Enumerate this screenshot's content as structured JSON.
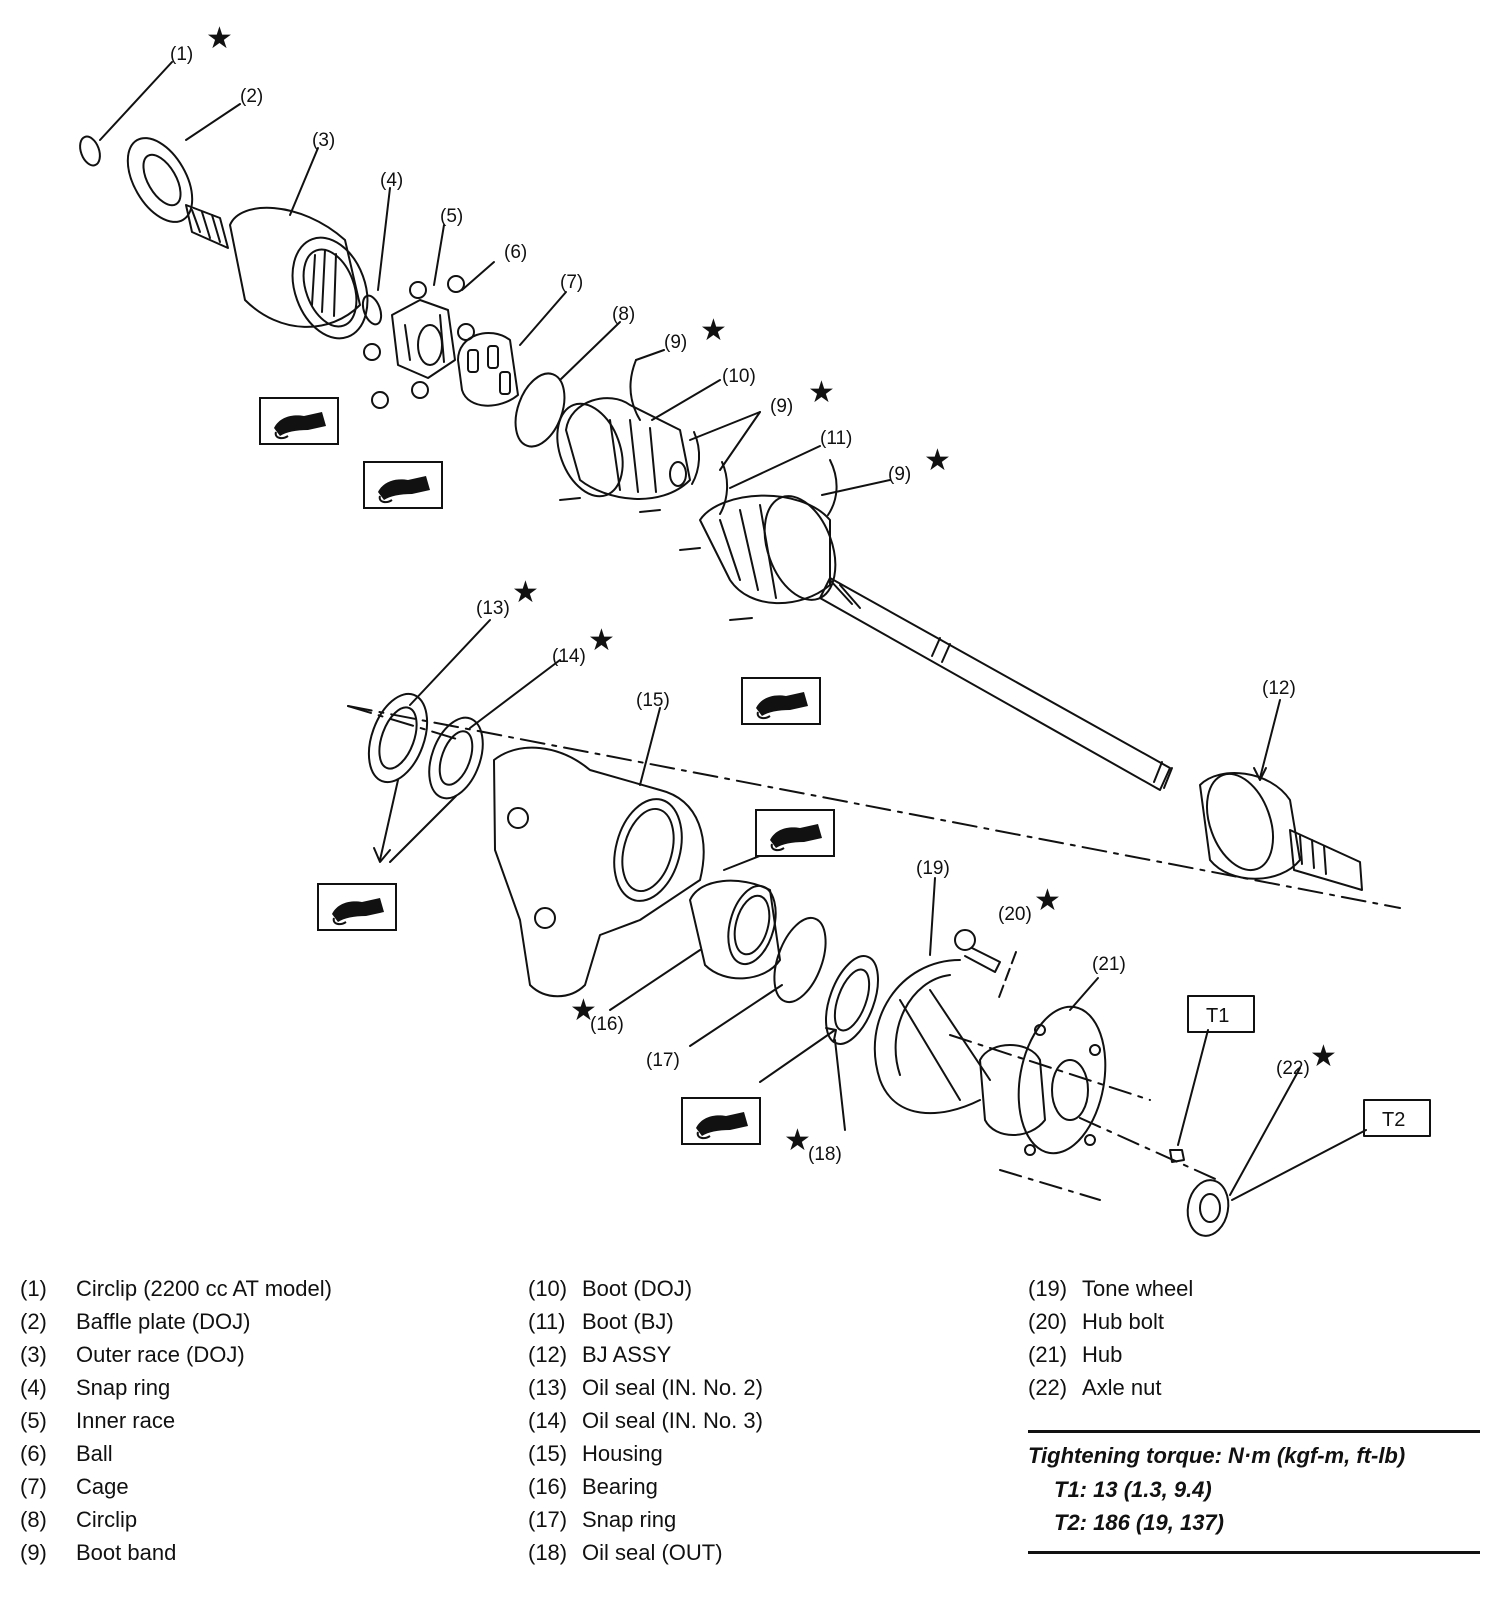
{
  "callouts": [
    {
      "id": "1",
      "text": "(1)",
      "star": true
    },
    {
      "id": "2",
      "text": "(2)",
      "star": false
    },
    {
      "id": "3",
      "text": "(3)",
      "star": false
    },
    {
      "id": "4",
      "text": "(4)",
      "star": false
    },
    {
      "id": "5",
      "text": "(5)",
      "star": false
    },
    {
      "id": "6",
      "text": "(6)",
      "star": false
    },
    {
      "id": "7",
      "text": "(7)",
      "star": false
    },
    {
      "id": "8",
      "text": "(8)",
      "star": false
    },
    {
      "id": "9a",
      "text": "(9)",
      "star": true
    },
    {
      "id": "10",
      "text": "(10)",
      "star": false
    },
    {
      "id": "9b",
      "text": "(9)",
      "star": true
    },
    {
      "id": "11",
      "text": "(11)",
      "star": false
    },
    {
      "id": "9c",
      "text": "(9)",
      "star": true
    },
    {
      "id": "12",
      "text": "(12)",
      "star": false
    },
    {
      "id": "13",
      "text": "(13)",
      "star": true
    },
    {
      "id": "14",
      "text": "(14)",
      "star": true
    },
    {
      "id": "15",
      "text": "(15)",
      "star": false
    },
    {
      "id": "16",
      "text": "(16)",
      "star": true
    },
    {
      "id": "17",
      "text": "(17)",
      "star": false
    },
    {
      "id": "18",
      "text": "(18)",
      "star": true
    },
    {
      "id": "19",
      "text": "(19)",
      "star": false
    },
    {
      "id": "20",
      "text": "(20)",
      "star": true
    },
    {
      "id": "21",
      "text": "(21)",
      "star": false
    },
    {
      "id": "22",
      "text": "(22)",
      "star": true
    }
  ],
  "torque_boxes": {
    "t1": "T1",
    "t2": "T2"
  },
  "star_glyph": "★",
  "legend": {
    "col1": [
      {
        "num": "(1)",
        "label": "Circlip (2200 cc AT model)"
      },
      {
        "num": "(2)",
        "label": "Baffle plate (DOJ)"
      },
      {
        "num": "(3)",
        "label": "Outer race (DOJ)"
      },
      {
        "num": "(4)",
        "label": "Snap ring"
      },
      {
        "num": "(5)",
        "label": "Inner race"
      },
      {
        "num": "(6)",
        "label": "Ball"
      },
      {
        "num": "(7)",
        "label": "Cage"
      },
      {
        "num": "(8)",
        "label": "Circlip"
      },
      {
        "num": "(9)",
        "label": "Boot band"
      }
    ],
    "col2": [
      {
        "num": "(10)",
        "label": "Boot (DOJ)"
      },
      {
        "num": "(11)",
        "label": "Boot (BJ)"
      },
      {
        "num": "(12)",
        "label": "BJ ASSY"
      },
      {
        "num": "(13)",
        "label": "Oil seal (IN. No. 2)"
      },
      {
        "num": "(14)",
        "label": "Oil seal (IN. No. 3)"
      },
      {
        "num": "(15)",
        "label": "Housing"
      },
      {
        "num": "(16)",
        "label": "Bearing"
      },
      {
        "num": "(17)",
        "label": "Snap ring"
      },
      {
        "num": "(18)",
        "label": "Oil seal (OUT)"
      }
    ],
    "col3": [
      {
        "num": "(19)",
        "label": "Tone wheel"
      },
      {
        "num": "(20)",
        "label": "Hub bolt"
      },
      {
        "num": "(21)",
        "label": "Hub"
      },
      {
        "num": "(22)",
        "label": "Axle nut"
      }
    ]
  },
  "torque_spec": {
    "title": "Tightening torque: N·m (kgf-m, ft-lb)",
    "t1": "T1: 13 (1.3, 9.4)",
    "t2": "T2: 186 (19, 137)"
  }
}
